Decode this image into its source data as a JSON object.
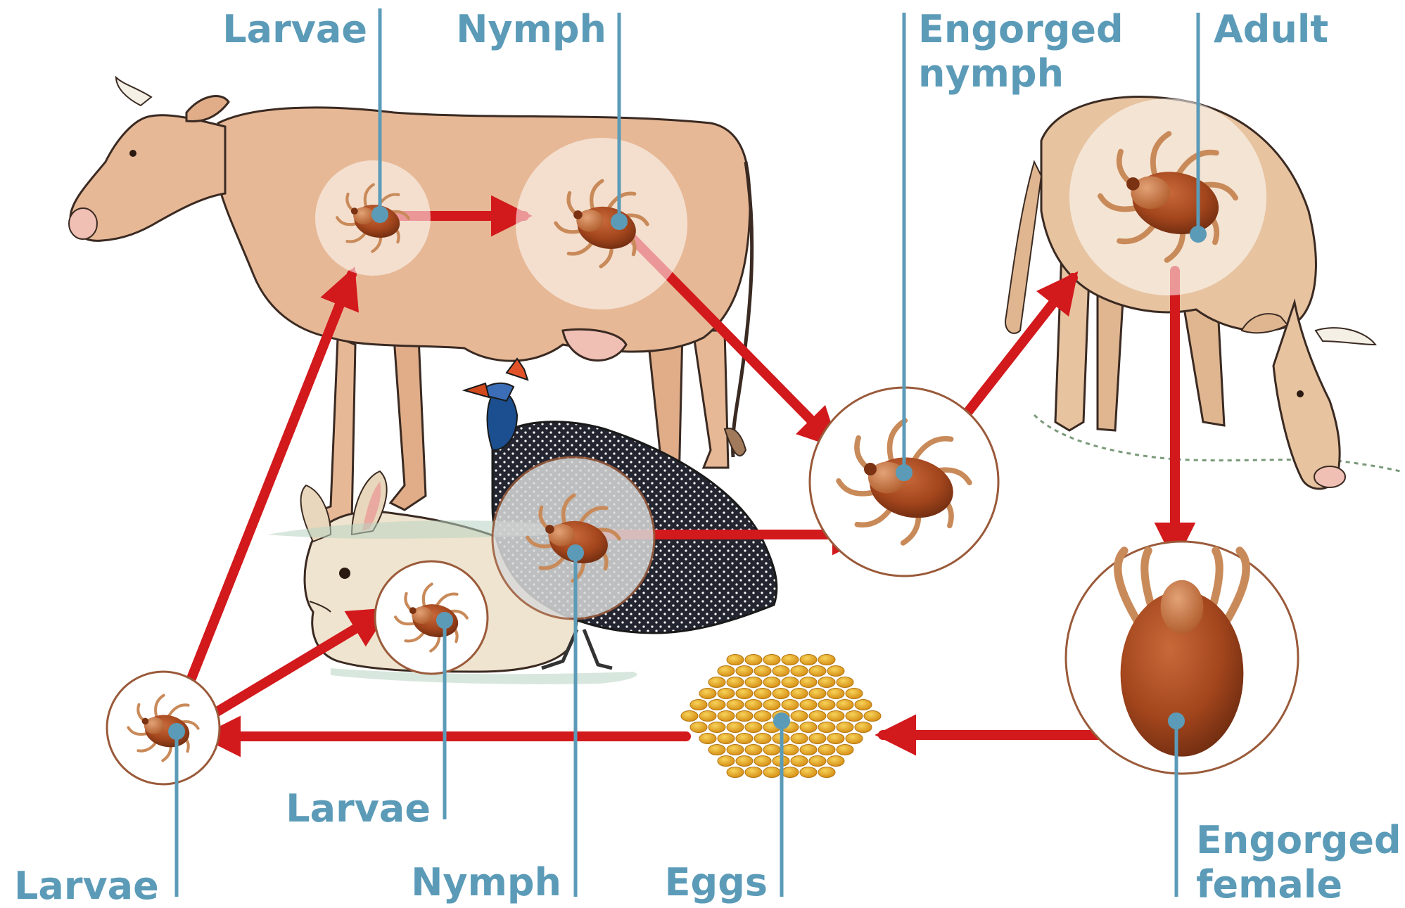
{
  "labels": {
    "larvae_cow": "Larvae",
    "nymph_cow": "Nymph",
    "engorged_nymph_1": "Engorged",
    "engorged_nymph_2": "nymph",
    "adult": "Adult",
    "larvae_rabbit": "Larvae",
    "larvae_ground": "Larvae",
    "nymph_guinea": "Nymph",
    "eggs": "Eggs",
    "engorged_female_1": "Engorged",
    "engorged_female_2": "female"
  },
  "colors": {
    "arrow": "#d2191c",
    "label": "#5b9bb8",
    "leader": "#5b9bb8",
    "tick_body": "#a4461d",
    "tick_leg": "#c98a5a",
    "circle_border": "#9a5a3a",
    "cow_fill": "#e7b896",
    "egg": "#e8a719"
  },
  "icons": [
    "cow-left-illustration",
    "cow-grazing-illustration",
    "rabbit-illustration",
    "guinea-fowl-illustration",
    "tick-icon",
    "egg-cluster-icon"
  ]
}
